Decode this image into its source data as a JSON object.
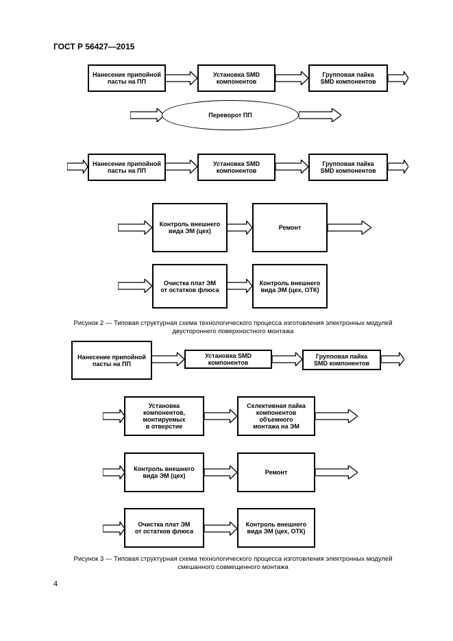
{
  "header": {
    "title": "ГОСТ Р 56427—2015"
  },
  "fig2": {
    "row1": [
      "Нанесение припойной\nпасты на ПП",
      "Установка SMD\nкомпонентов",
      "Групповая пайка\nSMD компонентов"
    ],
    "flip": "Переворот ПП",
    "row3": [
      "Нанесение припойной\nпасты на ПП",
      "Установка SMD\nкомпонентов",
      "Групповая пайка\nSMD компонентов"
    ],
    "row4": [
      "Контроль внешнего\nвида ЭМ (цех)",
      "Ремонт"
    ],
    "row5": [
      "Очистка плат ЭМ\nот остатков флюса",
      "Контроль внешнего\nвида ЭМ (цех, ОТК)"
    ],
    "caption": "Рисунок 2 — Типовая структурная схема технологического процесса изготовления электронных модулей\nдвустороннего поверхностного монтажа"
  },
  "fig3": {
    "row1": [
      "Нанесение припойной\nпасты на ПП",
      "Установка SMD\nкомпонентов",
      "Групповая пайка\nSMD компонентов"
    ],
    "row2": [
      "Установка\nкомпонентов,\nмонтируемых\nв отверстие",
      "Селективная пайка\nкомпонентов\nобъемного\nмонтажа на ЭМ"
    ],
    "row3": [
      "Контроль внешнего\nвида ЭМ (цех)",
      "Ремонт"
    ],
    "row4": [
      "Очистка плат ЭМ\nот остатков флюса",
      "Контроль внешнего\nвида ЭМ (цех, ОТК)"
    ],
    "caption": "Рисунок 3 — Типовая структурная схема технологического процесса изготовления электронных модулей\nсмешанного совмещенного монтажа"
  },
  "page_number": "4"
}
